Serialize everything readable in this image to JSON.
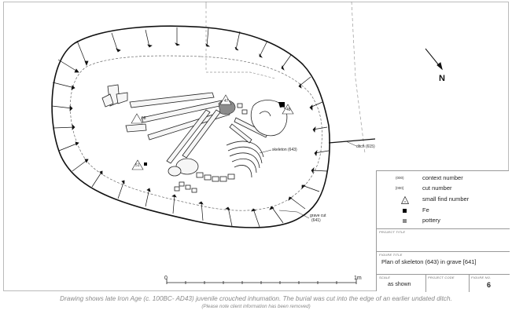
{
  "plan": {
    "north": "N",
    "labels": {
      "skeleton": "skeleton (643)",
      "ditch": "ditch (615)",
      "grave_cut_1": "grave cut",
      "grave_cut_2": "(641)",
      "sf_a": "58",
      "sf_b": "51",
      "sf_c": "47",
      "sf_d": "48"
    },
    "scale_bar": {
      "start": "0",
      "end": "1m"
    }
  },
  "legend": [
    {
      "symbol": "(000)",
      "label": "context number"
    },
    {
      "symbol": "[000]",
      "label": "cut number"
    },
    {
      "symbol": "x",
      "label": "small find number"
    },
    {
      "symbol": "",
      "label": "Fe"
    },
    {
      "symbol": "",
      "label": "pottery"
    }
  ],
  "titleblock": {
    "project_title_label": "PROJECT TITLE",
    "project_title": "",
    "figure_title_label": "FIGURE TITLE",
    "figure_title": "Plan of skeleton (643) in grave [641]",
    "scale_label": "SCALE",
    "scale": "as shown",
    "project_code_label": "PROJECT CODE",
    "project_code": "",
    "figure_no_label": "FIGURE NO.",
    "figure_no": "6"
  },
  "caption": "Drawing shows late Iron Age (c. 100BC- AD43) juvenile crouched inhumation. The burial was cut into the edge of an earlier undated ditch.",
  "note": "(Please note client information has been removed)",
  "colors": {
    "pottery": "#8c8c8c",
    "fe": "#000000",
    "caption": "#8a8a8a"
  }
}
